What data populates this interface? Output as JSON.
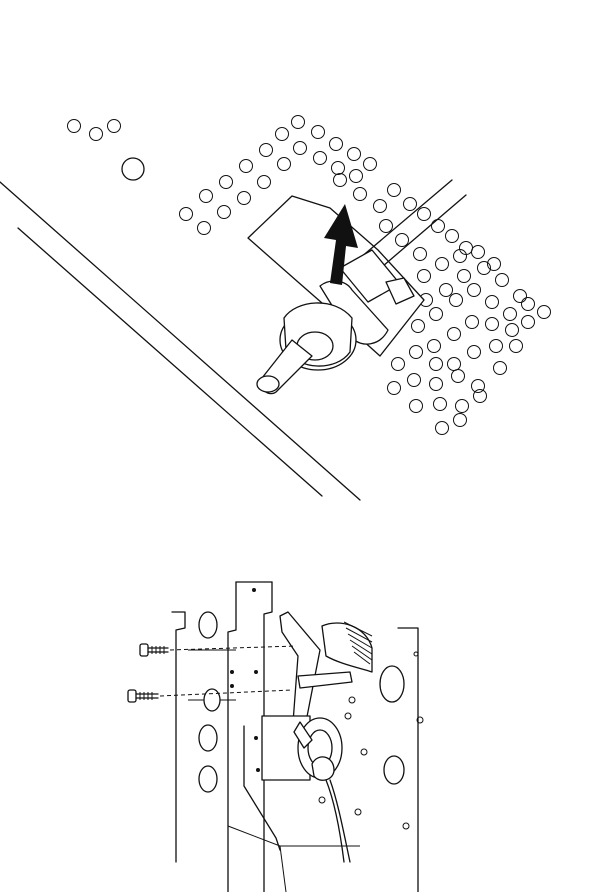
{
  "figures": [
    {
      "id": "top",
      "arrow_direction": "up",
      "icons": [
        "removal-arrow-icon"
      ]
    },
    {
      "id": "bottom",
      "screw_count": 2,
      "icons": [
        "screw-icon"
      ]
    }
  ],
  "colors": {
    "line": "#111111",
    "background": "#ffffff"
  }
}
